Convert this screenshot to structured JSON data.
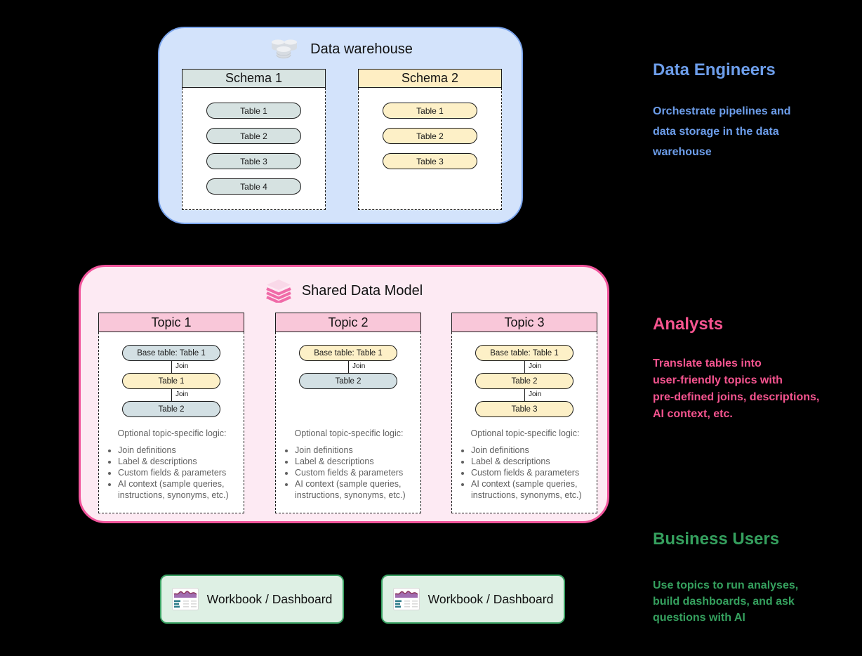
{
  "palette": {
    "background": "#000000",
    "warehouse_fill": "#d3e3fb",
    "warehouse_border": "#7aa4ec",
    "schema1_header_fill": "#d8e4e2",
    "schema1_table_fill": "#d6e2e1",
    "schema2_header_fill": "#feeec3",
    "schema2_table_fill": "#fdf0c7",
    "model_fill": "#fdeaf3",
    "model_border": "#f1549b",
    "topic_header_fill": "#f9c7d9",
    "pill_blue_fill": "#d3e0e4",
    "pill_yellow_fill": "#fdf0c7",
    "workbook_fill": "#def0e4",
    "workbook_border": "#3aa263",
    "data_engineers_color": "#6d9eeb",
    "analysts_color": "#f5548f",
    "business_users_color": "#35a05e",
    "logic_text_color": "#606060"
  },
  "icons": {
    "warehouse": "database-icon",
    "shared_model": "layers-icon",
    "workbook": "dashboard-chart-icon"
  },
  "warehouse": {
    "title": "Data warehouse",
    "schemas": [
      {
        "name": "Schema 1",
        "tables": [
          "Table 1",
          "Table 2",
          "Table 3",
          "Table 4"
        ]
      },
      {
        "name": "Schema 2",
        "tables": [
          "Table 1",
          "Table 2",
          "Table 3"
        ]
      }
    ]
  },
  "shared_model": {
    "title": "Shared Data Model",
    "join_label": "Join",
    "logic_title": "Optional topic-specific logic:",
    "logic_items": [
      "Join definitions",
      "Label & descriptions",
      "Custom fields & parameters",
      "AI context (sample queries, instructions, synonyms, etc.)"
    ],
    "topics": [
      {
        "name": "Topic 1",
        "pills": [
          "Base table: Table 1",
          "Table 1",
          "Table 2"
        ]
      },
      {
        "name": "Topic 2",
        "pills": [
          "Base table: Table 1",
          "Table 2"
        ]
      },
      {
        "name": "Topic 3",
        "pills": [
          "Base table: Table 1",
          "Table 2",
          "Table 3"
        ]
      }
    ]
  },
  "workbooks": {
    "label": "Workbook / Dashboard"
  },
  "roles": [
    {
      "title": "Data Engineers",
      "description": "Orchestrate pipelines and\ndata storage in the data\nwarehouse"
    },
    {
      "title": "Analysts",
      "description": "Translate tables into\nuser-friendly topics with\npre-defined joins, descriptions,\nAI context, etc."
    },
    {
      "title": "Business Users",
      "description": "Use topics to run analyses,\nbuild dashboards, and ask\nquestions with AI"
    }
  ]
}
